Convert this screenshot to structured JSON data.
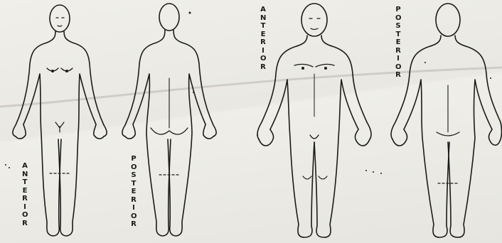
{
  "labels": {
    "female_anterior": "ANTERIOR",
    "female_posterior": "POSTERIOR",
    "male_anterior": "ANTERIOR",
    "male_posterior": "POSTERIOR"
  },
  "colors": {
    "ink": "#1b1b1b",
    "paper": "#ecebe6"
  }
}
